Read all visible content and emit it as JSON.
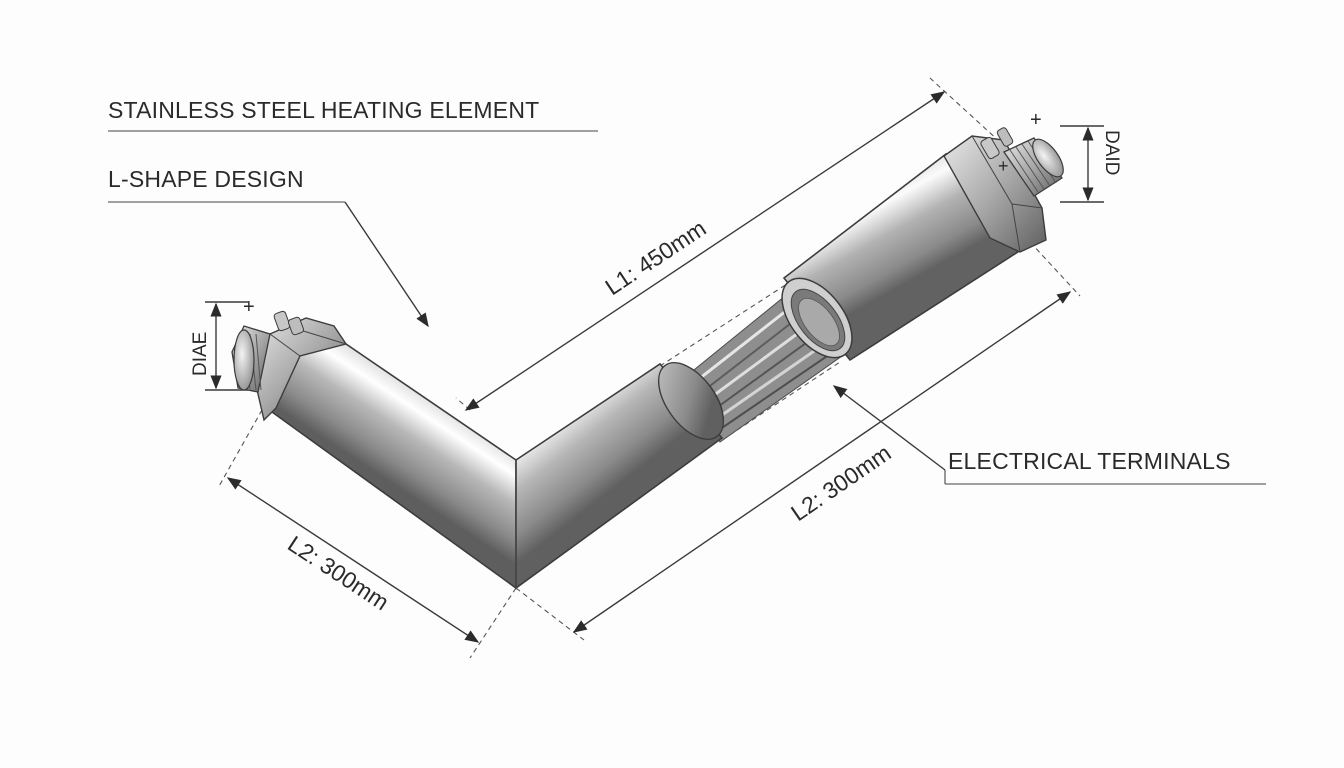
{
  "labels": {
    "title": "STAINLESS STEEL HEATING ELEMENT",
    "design": "L-SHAPE DESIGN",
    "terminals": "ELECTRICAL TERMINALS"
  },
  "dimensions": {
    "l1": "L1: 450mm",
    "l2_left": "L2: 300mm",
    "l2_right": "L2: 300mm",
    "dia_left": "DIAE",
    "dia_right": "DAID"
  },
  "symbols": {
    "plus": "+"
  },
  "colors": {
    "steel_light": "#f2f2f2",
    "steel_mid": "#b9b9b9",
    "steel_dark": "#6c6c6c",
    "line": "#3a3a3a"
  }
}
